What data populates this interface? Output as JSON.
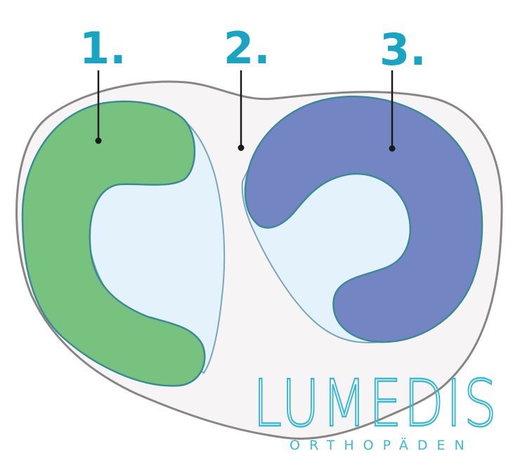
{
  "labels": {
    "one": "1.",
    "two": "2.",
    "three": "3."
  },
  "logo": {
    "name": "LUMEDIS",
    "tagline": "ORTHOPÄDEN"
  },
  "colors": {
    "label": "#19a4c4",
    "outline": "#8a8585",
    "background_shape": "#f6f4f4",
    "medial_meniscus": "#76c27e",
    "lateral_meniscus": "#7385c2",
    "cartilage": "#e3f2fb",
    "meniscus_edge": "#3b8a95",
    "logo": "#3ab9d2"
  }
}
